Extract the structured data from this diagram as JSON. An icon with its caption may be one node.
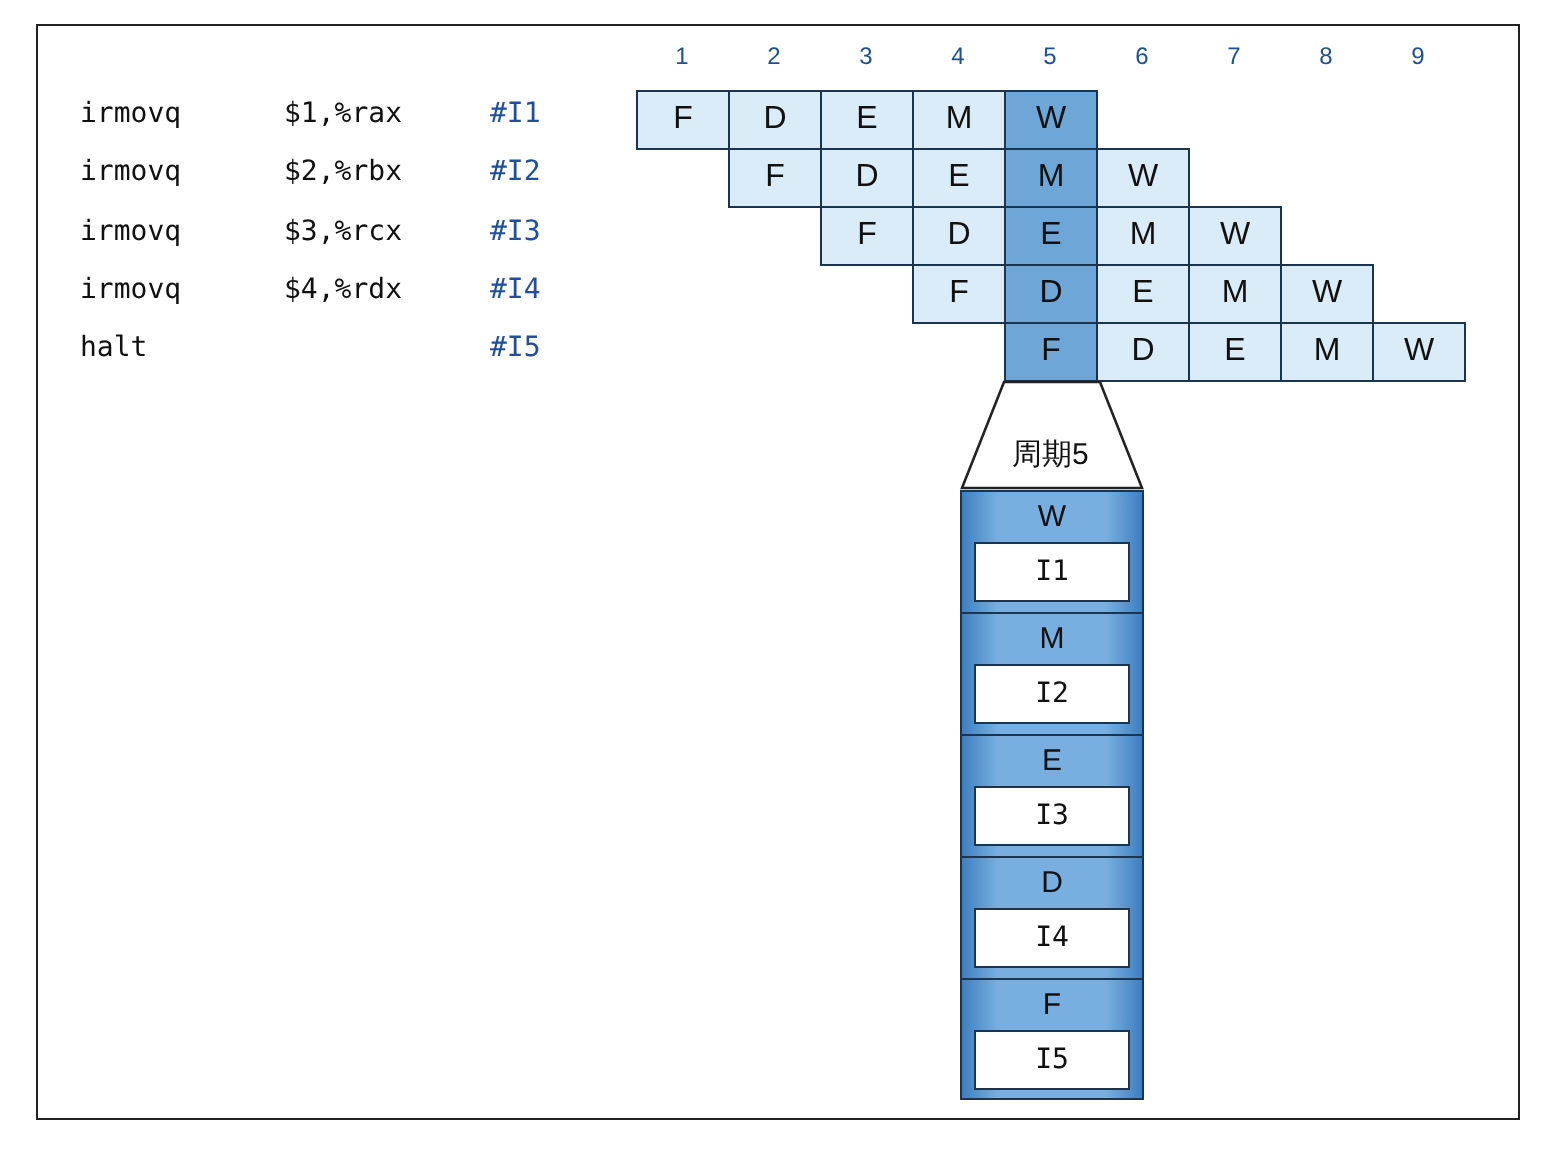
{
  "diagram": {
    "nodes": [
      {
        "text": [
          "F"
        ]
      },
      {
        "text": [
          "D"
        ]
      },
      {
        "text": [
          "E"
        ]
      },
      {
        "text": [
          "M"
        ]
      },
      {
        "text": [
          "W"
        ]
      },
      {
        "text": [
          "F"
        ]
      },
      {
        "text": [
          "D"
        ]
      },
      {
        "text": [
          "E"
        ]
      },
      {
        "text": [
          "M"
        ]
      },
      {
        "text": [
          "W"
        ]
      },
      {
        "text": [
          "F"
        ]
      },
      {
        "text": [
          "D"
        ]
      },
      {
        "text": [
          "E"
        ]
      },
      {
        "text": [
          "M"
        ]
      },
      {
        "text": [
          "W"
        ]
      },
      {
        "text": [
          "F"
        ]
      },
      {
        "text": [
          "D"
        ]
      },
      {
        "text": [
          "E"
        ]
      },
      {
        "text": [
          "M"
        ]
      },
      {
        "text": [
          "W"
        ]
      },
      {
        "text": [
          "F"
        ]
      },
      {
        "text": [
          "D"
        ]
      },
      {
        "text": [
          "E"
        ]
      },
      {
        "text": [
          "M"
        ]
      },
      {
        "text": [
          "W"
        ]
      },
      {
        "text": [
          "周期5"
        ]
      },
      {
        "text": [],
        "shape": "bar"
      },
      {
        "text": [
          "W"
        ],
        "in": 26
      },
      {
        "text": [
          "I1"
        ],
        "in": 27
      },
      {
        "text": [
          "M"
        ],
        "in": 26
      },
      {
        "text": [
          "I2"
        ],
        "in": 29
      },
      {
        "text": [
          "E"
        ],
        "in": 26
      },
      {
        "text": [
          "I3"
        ],
        "in": 31
      },
      {
        "text": [
          "D"
        ],
        "in": 26
      },
      {
        "text": [
          "I4"
        ],
        "in": 33
      },
      {
        "text": [
          "F"
        ],
        "in": 26
      },
      {
        "text": [
          "I5"
        ],
        "in": 35
      }
    ],
    "labels": [
      "1",
      "2",
      "3",
      "4",
      "5",
      "6",
      "7",
      "8",
      "9",
      "irmovq",
      "$1,%rax",
      "#I1",
      "irmovq",
      "$2,%rbx",
      "#I2",
      "irmovq",
      "$3,%rcx",
      "#I3",
      "irmovq",
      "$4,%rdx",
      "#I4",
      "halt",
      "#I5"
    ]
  }
}
